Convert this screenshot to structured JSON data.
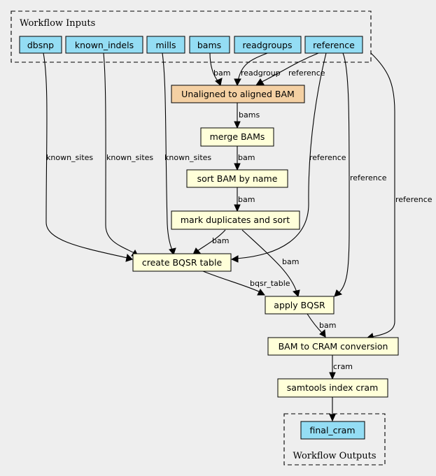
{
  "colors": {
    "background": "#eeeeee",
    "input_fill": "#94ddf4",
    "step_fill": "#ffffd9",
    "highlight_fill": "#f4d0a3",
    "stroke": "#000000"
  },
  "clusters": {
    "inputs": "Workflow Inputs",
    "outputs": "Workflow Outputs"
  },
  "nodes": {
    "dbsnp": "dbsnp",
    "known_indels": "known_indels",
    "mills": "mills",
    "bams": "bams",
    "readgroups": "readgroups",
    "reference": "reference",
    "unaligned_to_aligned": "Unaligned to aligned BAM",
    "merge_bams": "merge BAMs",
    "sort_bam": "sort BAM by name",
    "mark_duplicates": "mark duplicates and sort",
    "create_bqsr": "create BQSR table",
    "apply_bqsr": "apply BQSR",
    "bam_to_cram": "BAM to CRAM conversion",
    "samtools_index": "samtools index cram",
    "final_cram": "final_cram"
  },
  "edges": {
    "bams_to_align": "bam",
    "readgroups_to_align": "readgroup",
    "reference_to_align": "reference",
    "align_to_merge": "bams",
    "merge_to_sort": "bam",
    "sort_to_markdup": "bam",
    "dbsnp_to_bqsr": "known_sites",
    "indels_to_bqsr": "known_sites",
    "mills_to_bqsr": "known_sites",
    "reference_to_bqsr": "reference",
    "markdup_to_bqsr": "bam",
    "markdup_to_apply": "bam",
    "reference_to_apply": "reference",
    "reference_to_cram": "reference",
    "bqsr_to_apply": "bqsr_table",
    "apply_to_cram": "bam",
    "cram_to_index": "cram"
  }
}
